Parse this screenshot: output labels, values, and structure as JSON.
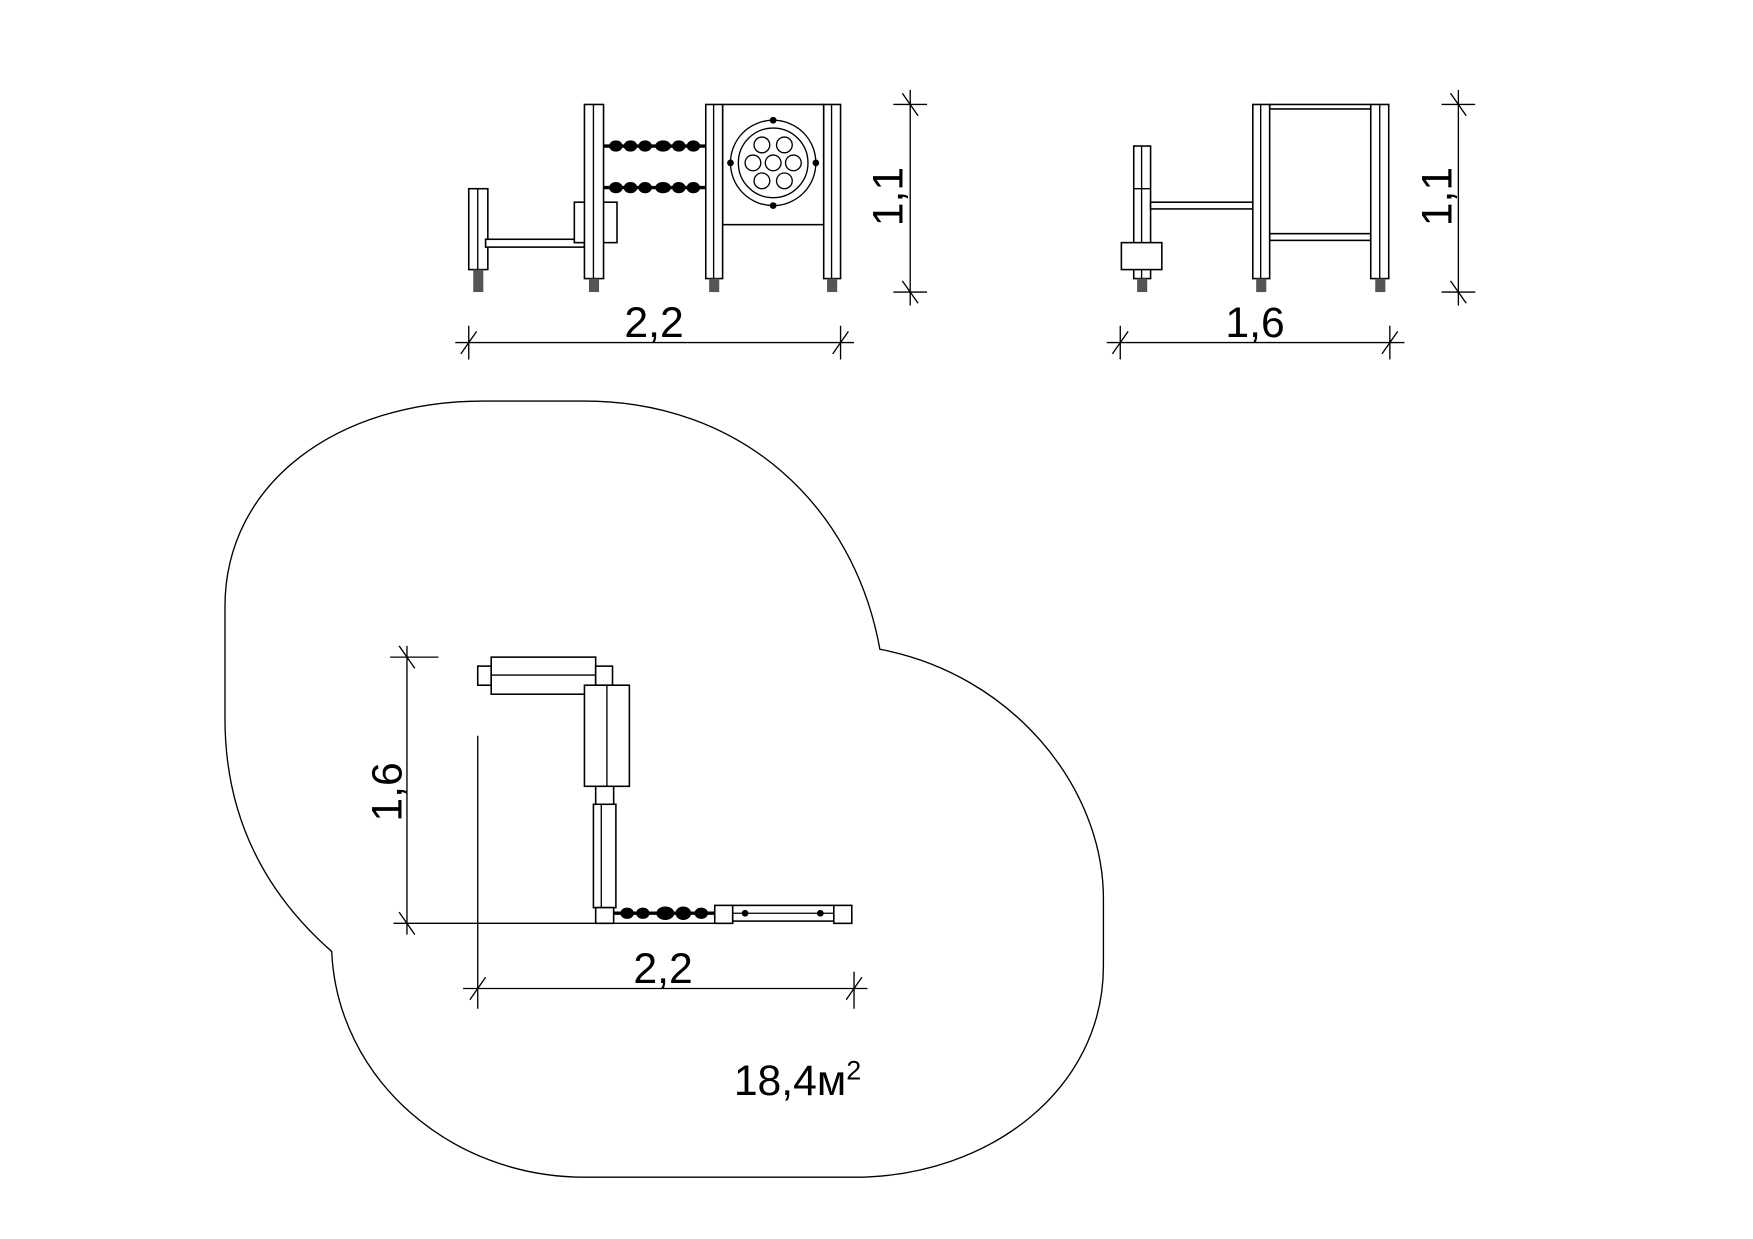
{
  "front_view": {
    "width_label": "2,2",
    "height_label": "1,1"
  },
  "side_view": {
    "width_label": "1,6",
    "height_label": "1,1"
  },
  "plan_view": {
    "depth_label": "1,6",
    "width_label": "2,2",
    "area_value": "18,4м",
    "area_unit_sup": "2"
  }
}
